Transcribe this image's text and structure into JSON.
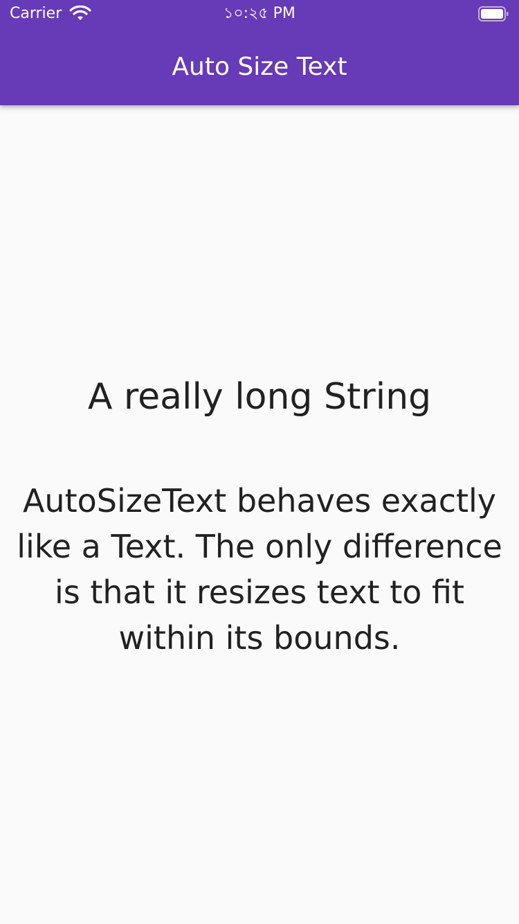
{
  "status_bar": {
    "carrier": "Carrier",
    "time": "১০:২৫ PM",
    "wifi_icon": "wifi-icon",
    "battery_icon": "battery-icon"
  },
  "app_bar": {
    "title": "Auto Size Text",
    "background_color": "#673ab7"
  },
  "content": {
    "headline": "A really long String",
    "paragraph": "AutoSizeText behaves exactly like a Text. The only difference is that it resizes text to fit within its bounds."
  }
}
